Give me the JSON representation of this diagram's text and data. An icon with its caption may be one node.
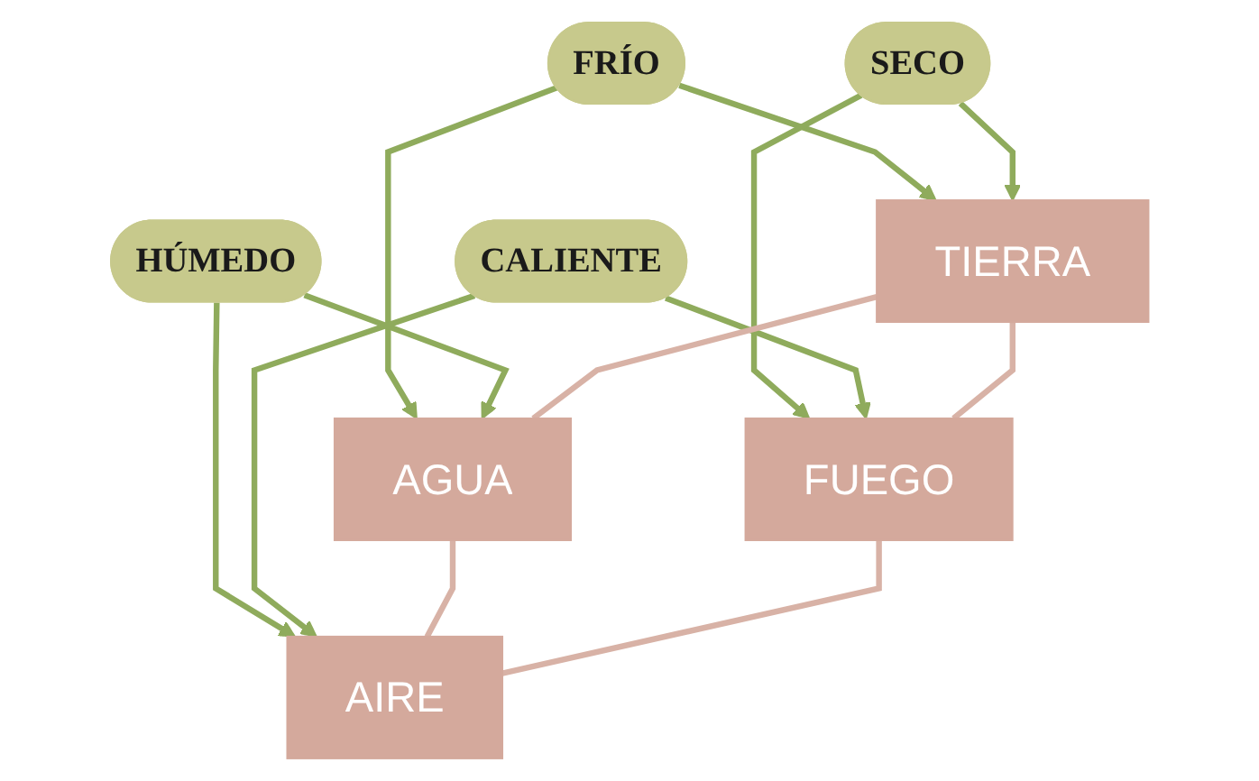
{
  "diagram": {
    "nodes": [
      {
        "text": [
          "FRÍO"
        ]
      },
      {
        "text": [
          "TIERRA"
        ]
      },
      {
        "text": [
          "SECO"
        ]
      },
      {
        "text": [
          "AGUA"
        ]
      },
      {
        "text": [
          "FUEGO"
        ]
      },
      {
        "text": [
          "HÚMEDO"
        ]
      },
      {
        "text": [
          "AIRE"
        ]
      },
      {
        "text": [
          "CALIENTE"
        ]
      }
    ],
    "edges": [
      {
        "from": 0,
        "to": 1,
        "arrow": "to"
      },
      {
        "from": 2,
        "to": 1,
        "arrow": "to"
      },
      {
        "from": 0,
        "to": 3,
        "arrow": "to"
      },
      {
        "from": 2,
        "to": 4,
        "arrow": "to"
      },
      {
        "from": 5,
        "to": 3,
        "arrow": "to"
      },
      {
        "from": 7,
        "to": 4,
        "arrow": "to"
      },
      {
        "from": 5,
        "to": 6,
        "arrow": "to"
      },
      {
        "from": 7,
        "to": 6,
        "arrow": "to"
      },
      {
        "from": 1,
        "to": 3,
        "arrow": "none",
        "color": "#d8b2a6"
      },
      {
        "from": 1,
        "to": 4,
        "arrow": "none",
        "color": "#d8b2a6"
      },
      {
        "from": 3,
        "to": 6,
        "arrow": "none",
        "color": "#d8b2a6"
      },
      {
        "from": 4,
        "to": 6,
        "arrow": "none",
        "color": "#d8b2a6"
      }
    ]
  }
}
